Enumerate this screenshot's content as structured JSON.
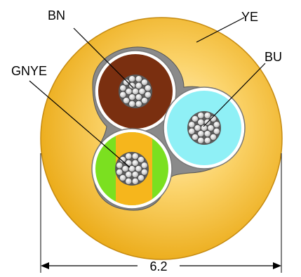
{
  "labels": {
    "brown_core": "BN",
    "jacket": "YE",
    "blue_core": "BU",
    "green_yellow_core": "GNYE"
  },
  "dimension": {
    "value": "6.2"
  },
  "colors": {
    "jacket": "#f5bd2a",
    "jacket_highlight": "#fff0c0",
    "brown": "#7a2f10",
    "blue": "#8ff0f6",
    "green": "#7be020",
    "yellow": "#f6b61c",
    "filler": "#8a8a8a",
    "wire": "#d9d9d9"
  }
}
